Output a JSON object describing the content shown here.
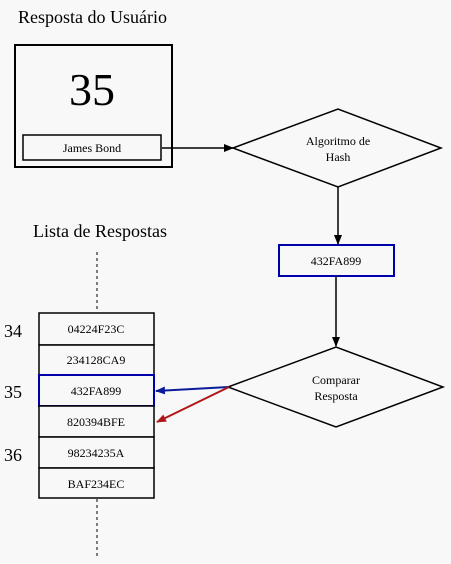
{
  "user_response": {
    "title": "Resposta do Usuário",
    "number": "35",
    "name": "James Bond"
  },
  "hash_algorithm": {
    "line1": "Algoritmo de",
    "line2": "Hash"
  },
  "hash_value": "432FA899",
  "compare": {
    "line1": "Comparar",
    "line2": "Resposta"
  },
  "answer_list": {
    "title": "Lista de Respostas",
    "rows": [
      "04224F23C",
      "234128CA9",
      "432FA899",
      "820394BFE",
      "98234235A",
      "BAF234EC"
    ],
    "side_labels": [
      "34",
      "35",
      "36"
    ]
  },
  "colors": {
    "border": "#000000",
    "highlight": "#0000aa",
    "match_arrow": "#0a1c9a",
    "mismatch_arrow": "#b01818"
  }
}
